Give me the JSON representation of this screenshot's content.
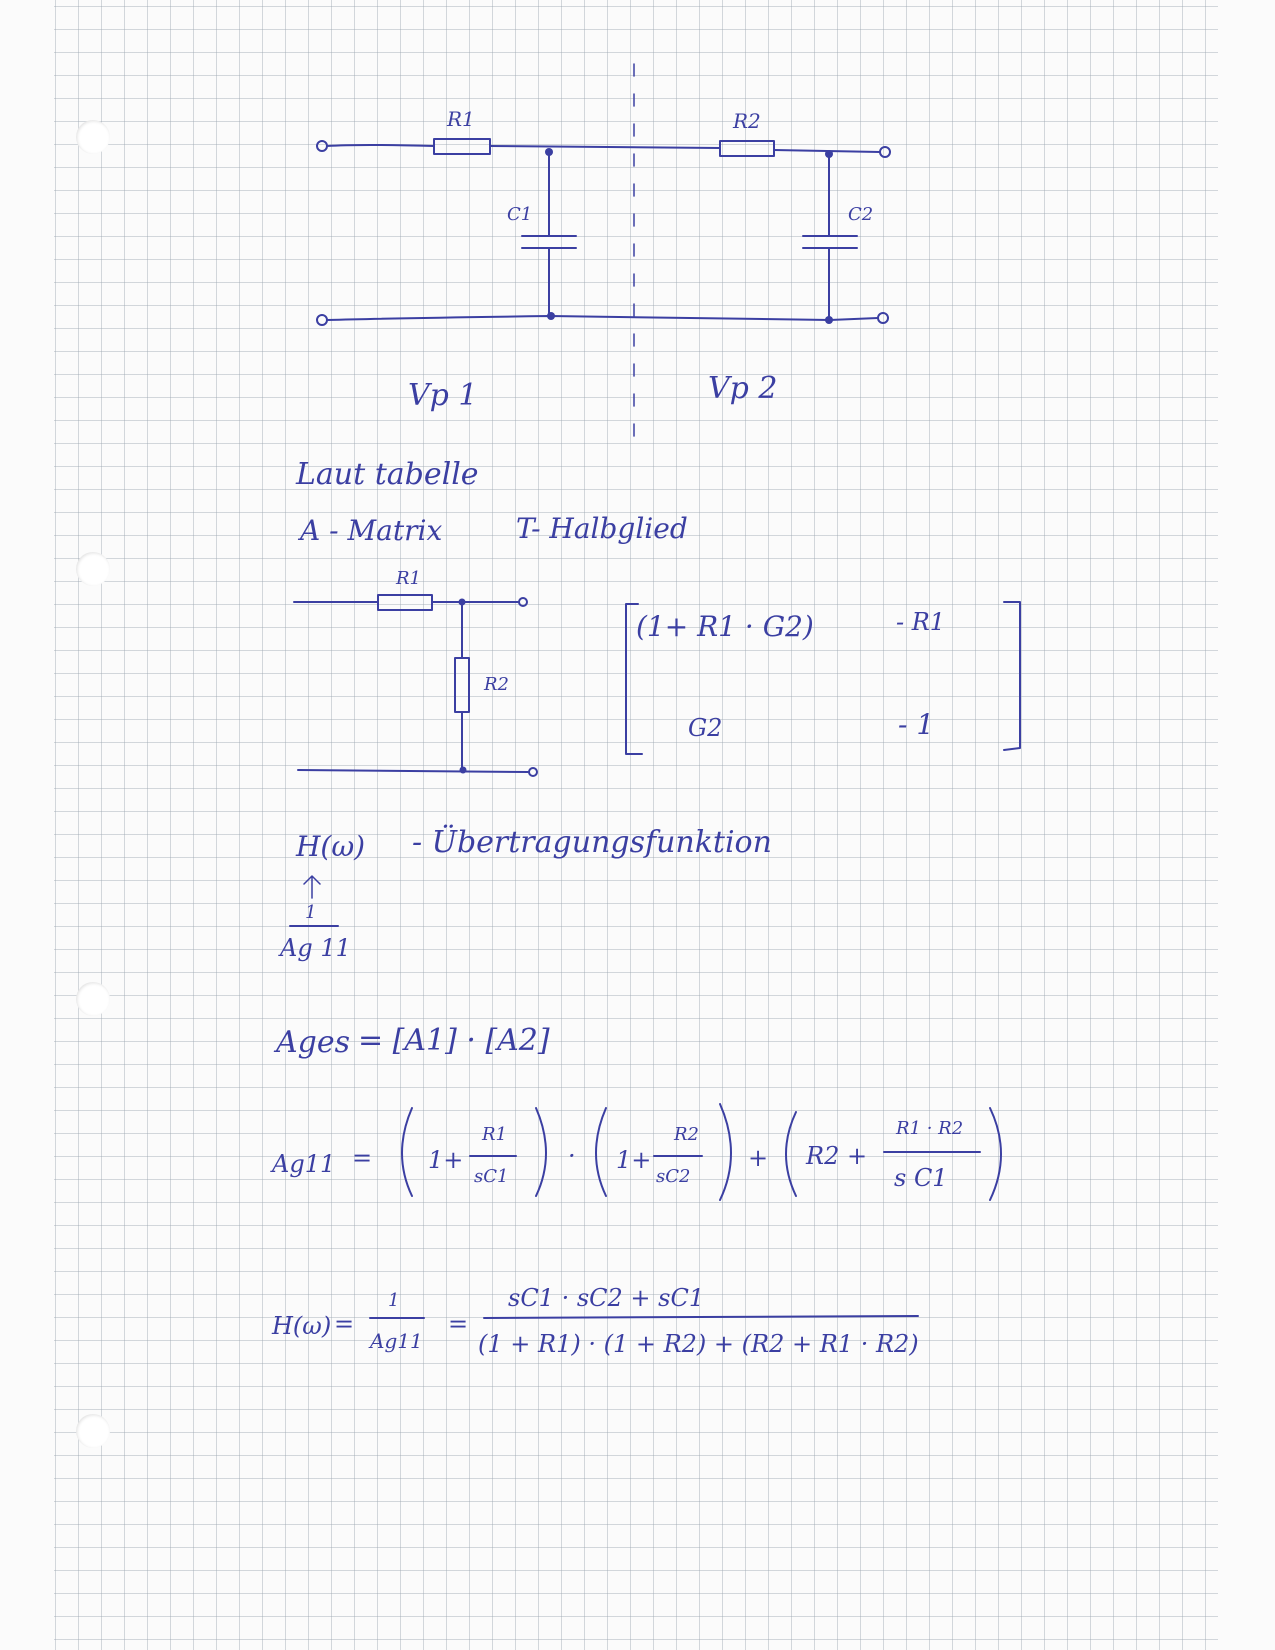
{
  "circuit": {
    "r1": "R1",
    "r2": "R2",
    "c1": "C1",
    "c2": "C2",
    "vp1": "Vp 1",
    "vp2": "Vp 2"
  },
  "notes": {
    "laut_tabelle": "Laut tabelle",
    "a_matrix": "A - Matrix",
    "t_halbglied": "T- Halbglied"
  },
  "t_section": {
    "r1": "R1",
    "r2": "R2"
  },
  "matrix": {
    "a11": "(1+ R1 · G2)",
    "a12": "- R1",
    "a21": "G2",
    "a22": "- 1"
  },
  "transfer": {
    "h": "H(ω)",
    "desc": "- Übertragungsfunktion",
    "one": "1",
    "ag11": "Ag 11"
  },
  "equations": {
    "ages_lhs": "Ages",
    "ages_rhs": "= [A1] · [A2]",
    "ag11_lhs": "Ag11",
    "eq": "=",
    "paren1_1": "1+",
    "paren1_num": "R1",
    "paren1_den": "sC1",
    "dot": "·",
    "paren2_1": "1+",
    "paren2_num": "R2",
    "paren2_den": "sC2",
    "plus": "+",
    "paren3_a": "R2  +",
    "paren3_num": "R1 · R2",
    "paren3_den": "s C1",
    "h_lhs": "H(ω)",
    "h_eq1": "=",
    "h_num": "1",
    "h_den": "Ag11",
    "h_eq2": "=",
    "big_num": "sC1 · sC2 + sC1",
    "big_den": "(1 + R1) · (1 + R2) + (R2 + R1 · R2)"
  }
}
